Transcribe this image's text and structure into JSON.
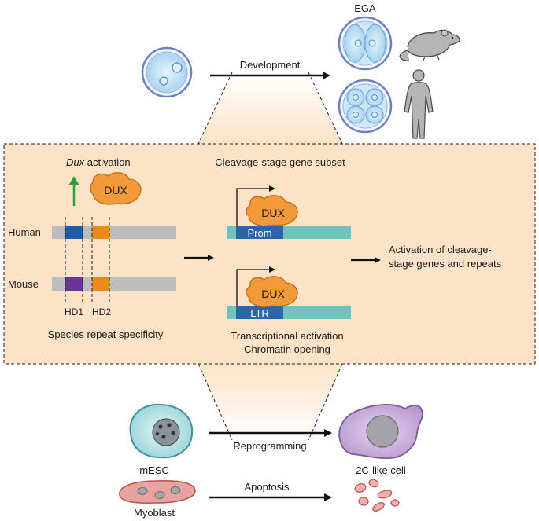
{
  "top": {
    "ega_label": "EGA",
    "development_label": "Development"
  },
  "panel": {
    "dux_activation_italic": "Dux",
    "dux_activation_rest": " activation",
    "dux_protein": "DUX",
    "human_label": "Human",
    "mouse_label": "Mouse",
    "hd1_label": "HD1",
    "hd2_label": "HD2",
    "species_specificity": "Species repeat specificity",
    "gene_subset_title": "Cleavage-stage gene subset",
    "prom_label": "Prom",
    "ltr_label": "LTR",
    "transcriptional_activation": "Transcriptional activation",
    "chromatin_opening": "Chromatin opening",
    "result_line1": "Activation of cleavage-",
    "result_line2": "stage genes and repeats"
  },
  "bottom": {
    "mesc_label": "mESC",
    "reprogramming_label": "Reprogramming",
    "two_c_like_label": "2C-like cell",
    "myoblast_label": "Myoblast",
    "apoptosis_label": "Apoptosis"
  },
  "colors": {
    "panel_fill": "#fce3c7",
    "cell_blue": "#b9dcf3",
    "cell_ring": "#6f7fc4",
    "dux_orange": "#f29a3a",
    "hd1_human": "#1f5ca8",
    "hd1_mouse": "#6b3594",
    "hd2": "#e88a1c",
    "dna_teal": "#6fc3bf",
    "prom_blue": "#2a66a8",
    "arrow_green": "#2e9e3e",
    "mesc_fill": "#bfe6ea",
    "two_c_fill": "#c7a9d8",
    "myoblast_fill": "#e8a3a0"
  }
}
